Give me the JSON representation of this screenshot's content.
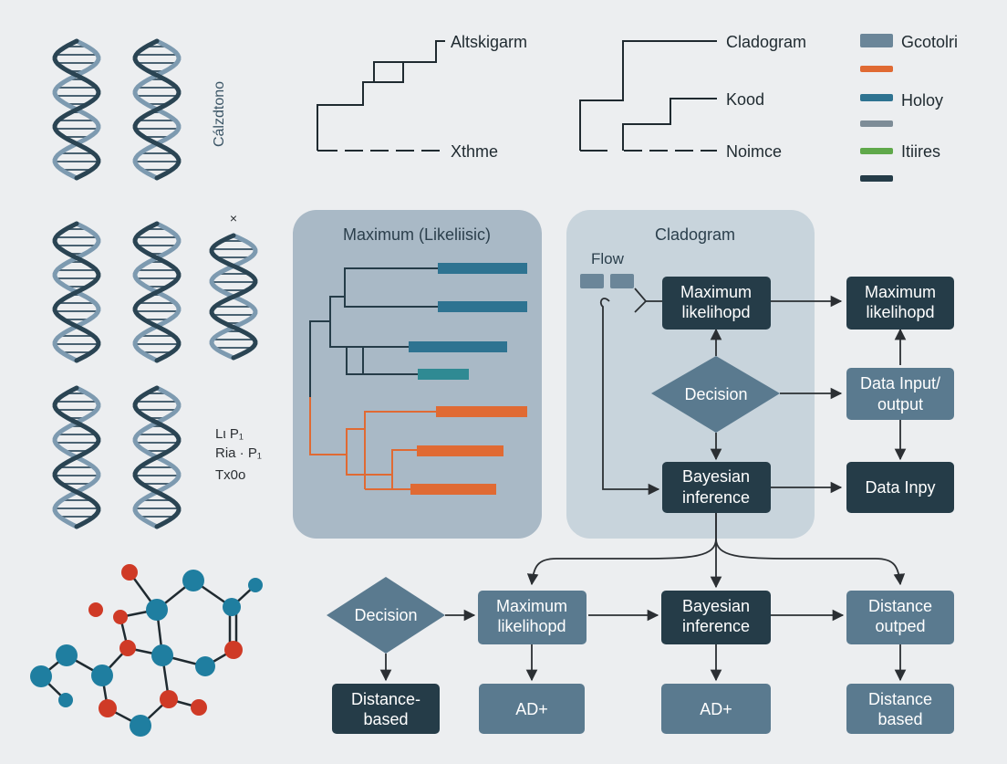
{
  "dna_side_label": "Cálzdtono",
  "small_marks": {
    "x_mark": "×",
    "scribble_lines": [
      "Lι P₁",
      "Ria · P₁",
      "Tx0o"
    ]
  },
  "tree_labels": {
    "left_top": "Altskigarm",
    "left_bottom": "Xthme",
    "right_top": "Cladogram",
    "right_mid": "Kood",
    "right_bottom": "Noimce"
  },
  "legend": {
    "items": [
      {
        "label": "Gcotolri",
        "color": "#6b8699"
      },
      {
        "label": "",
        "color": "#e06a33"
      },
      {
        "label": "Holoy",
        "color": "#2e7391"
      },
      {
        "label": "",
        "color": "#7d8c97"
      },
      {
        "label": "Itiires",
        "color": "#5fa84a"
      },
      {
        "label": "",
        "color": "#253c48"
      }
    ]
  },
  "panels": {
    "left_title": "Maximum (Likeliisic)",
    "right_title": "Cladogram",
    "flow_label": "Flow"
  },
  "nodes": {
    "ml_panel": [
      "Maximum",
      "likelihopd"
    ],
    "ml_right": [
      "Maximum",
      "likelihopd"
    ],
    "decision_panel": "Decision",
    "data_io": [
      "Data Input/",
      "output"
    ],
    "bayes_panel": [
      "Bayesian",
      "inference"
    ],
    "data_inpy": "Data Inpy",
    "decision_bottom": "Decision",
    "ml_bottom": [
      "Maximum",
      "likelihopd"
    ],
    "bayes_bottom": [
      "Bayesian",
      "inference"
    ],
    "distance_outped": [
      "Distance",
      "outped"
    ],
    "distance_based_left": [
      "Distance-",
      "based"
    ],
    "ad_left": "AD+",
    "ad_mid": "AD+",
    "distance_based_right": [
      "Distance",
      "based"
    ]
  },
  "colors": {
    "dark_node": "#253c48",
    "mid_node": "#5a7a8f",
    "panel_left": "#a9b9c6",
    "panel_right": "#c8d4dc",
    "bar_blue": "#2e7391",
    "bar_teal": "#2f8a93",
    "bar_orange": "#e06a33"
  }
}
